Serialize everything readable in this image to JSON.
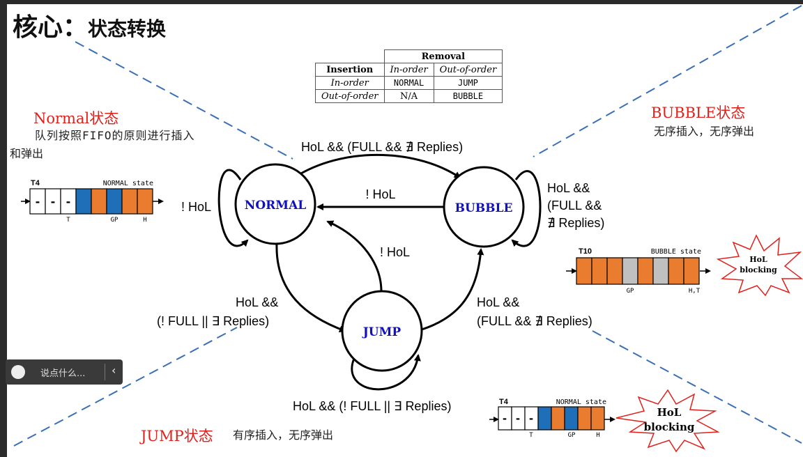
{
  "title": {
    "main": "核心：",
    "sub": "状态转换"
  },
  "table": {
    "header_group": "Removal",
    "col_insertion": "Insertion",
    "col_inorder": "In-order",
    "col_outorder": "Out-of-order",
    "rows": [
      {
        "label": "In-order",
        "a": "NORMAL",
        "b": "JUMP"
      },
      {
        "label": "Out-of-order",
        "a": "N/A",
        "b": "BUBBLE"
      }
    ]
  },
  "normal_note": {
    "title": "Normal状态",
    "line1": "队列按照FIFO的原则进行插入",
    "line2": "和弹出"
  },
  "bubble_note": {
    "title": "BUBBLE状态",
    "desc": "无序插入，无序弹出"
  },
  "jump_note": {
    "title": "JUMP状态",
    "desc": "有序插入，无序弹出"
  },
  "states": {
    "normal": "NORMAL",
    "bubble": "BUBBLE",
    "jump": "JUMP"
  },
  "edges": {
    "normal_to_bubble": "HoL && (FULL && ∄ Replies)",
    "bubble_to_normal": "! HoL",
    "normal_self": "! HoL",
    "bubble_self_1": "HoL &&",
    "bubble_self_2": "(FULL &&",
    "bubble_self_3": "∄ Replies)",
    "jump_to_normal": "! HoL",
    "normal_to_jump_1": "HoL &&",
    "normal_to_jump_2": "(! FULL || ∃ Replies)",
    "jump_to_bubble_1": "HoL &&",
    "jump_to_bubble_2": "(FULL && ∄ Replies)",
    "jump_self": "HoL && (! FULL || ∃ Replies)"
  },
  "queue_normal": {
    "tag": "T4",
    "state": "NORMAL state",
    "t": "T",
    "gp": "GP",
    "h": "H"
  },
  "queue_bubble": {
    "tag": "T10",
    "state": "BUBBLE state",
    "gp": "GP",
    "ht": "H,T"
  },
  "queue_jump": {
    "tag": "T4",
    "state": "NORMAL state",
    "t": "T",
    "gp": "GP",
    "h": "H"
  },
  "hol1": {
    "l1": "HoL",
    "l2": "blocking"
  },
  "hol2": {
    "l1": "HoL",
    "l2": "blocking"
  },
  "chat": {
    "placeholder": "说点什么..."
  },
  "colors": {
    "orange": "#e97c2e",
    "blue": "#1f6fb8",
    "gray": "#c0c0c0",
    "red": "#e0201b",
    "state_text": "#1010c0",
    "dash": "#3a6fb5"
  }
}
